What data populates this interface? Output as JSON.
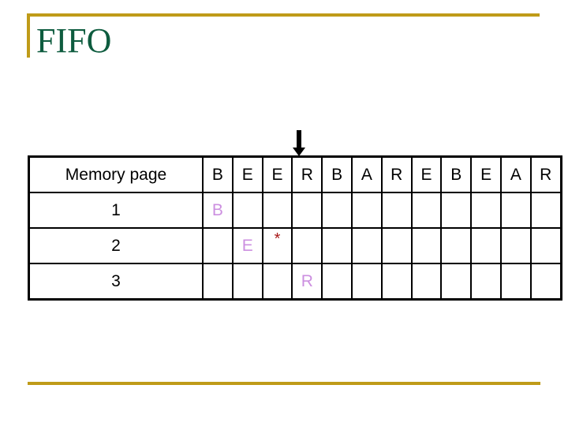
{
  "slide": {
    "title": "FIFO",
    "title_color": "#0e5c3f",
    "accent_color": "#bf9b18",
    "background": "#ffffff"
  },
  "pointer": {
    "icon": "down-arrow-icon",
    "points_to_column_index": 3,
    "points_to_reference": "R",
    "color": "#000000"
  },
  "table": {
    "row_header_label": "Memory page",
    "reference_string": [
      "B",
      "E",
      "E",
      "R",
      "B",
      "A",
      "R",
      "E",
      "B",
      "E",
      "A",
      "R"
    ],
    "column_count": 12,
    "page_rows": [
      {
        "label": "1",
        "cells": [
          "B",
          "",
          "",
          "",
          "",
          "",
          "",
          "",
          "",
          "",
          "",
          ""
        ]
      },
      {
        "label": "2",
        "cells": [
          "",
          "E",
          "*",
          "",
          "",
          "",
          "",
          "",
          "",
          "",
          "",
          ""
        ]
      },
      {
        "label": "3",
        "cells": [
          "",
          "",
          "",
          "R",
          "",
          "",
          "",
          "",
          "",
          "",
          "",
          ""
        ]
      }
    ],
    "mark_color": "#cc8fe0",
    "fault_color": "#a81818",
    "border_color": "#000000"
  }
}
